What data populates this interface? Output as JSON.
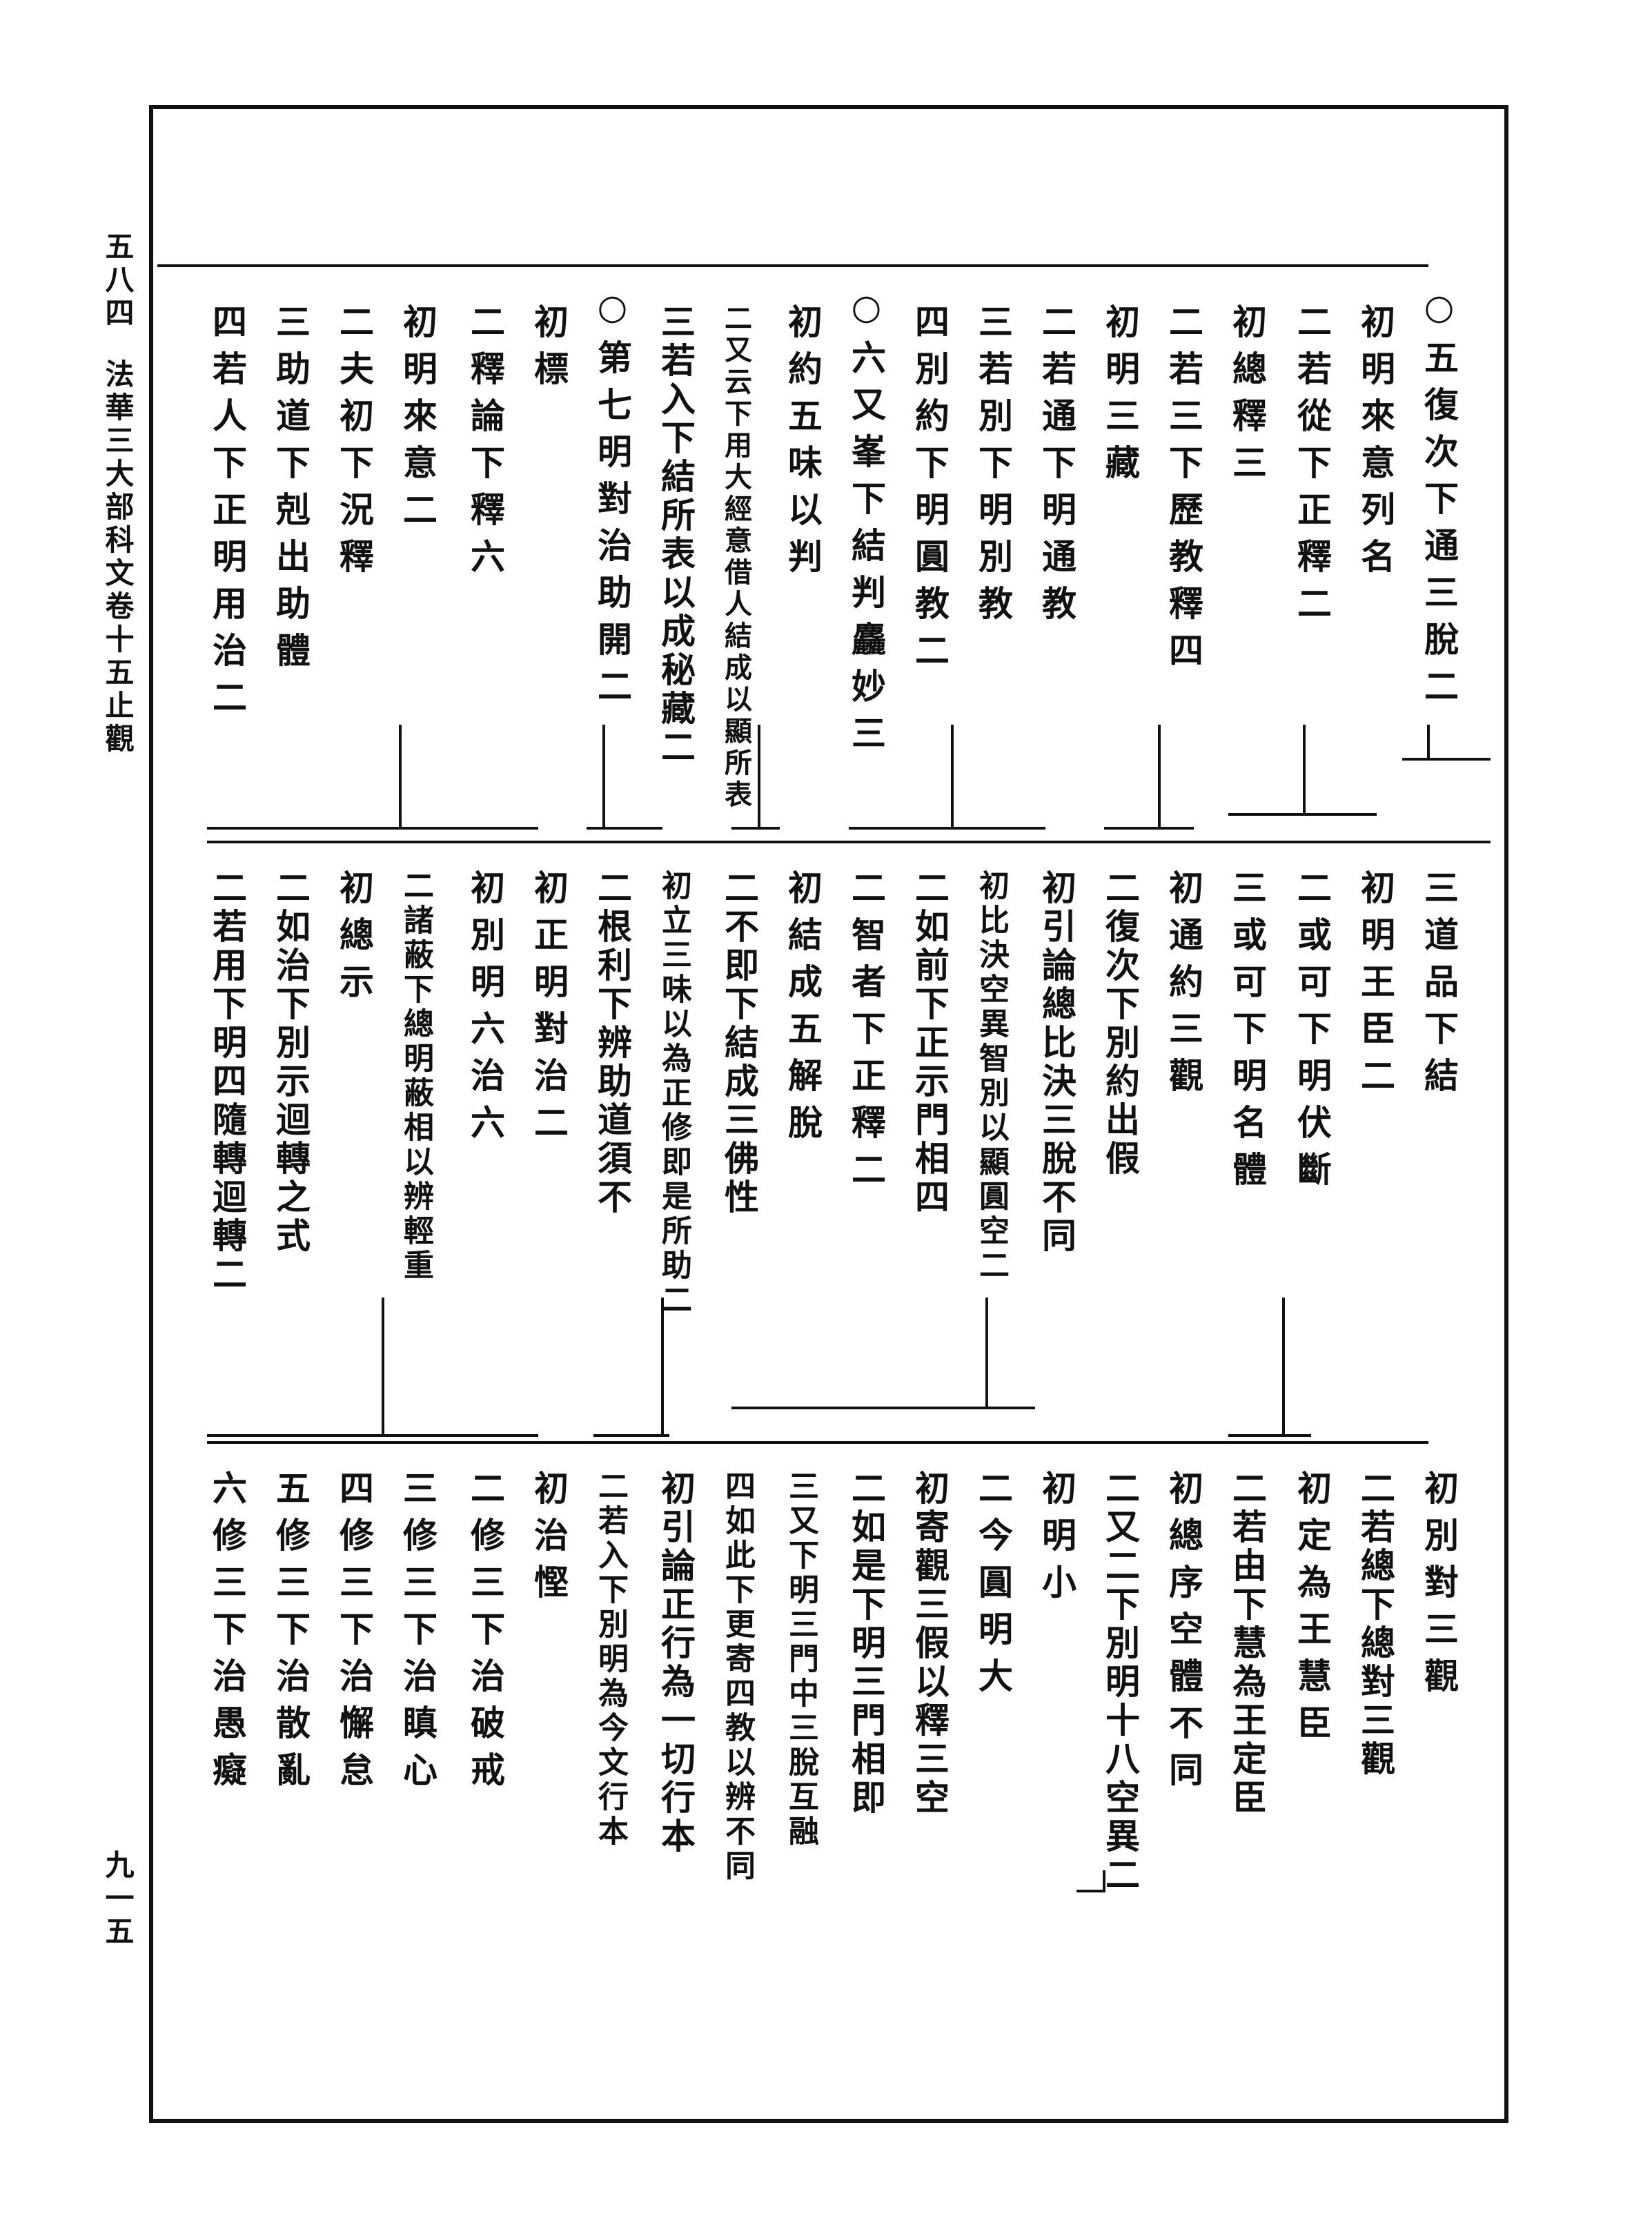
{
  "page": {
    "volume_number": "五八四",
    "volume_title": "法華三大部科文卷十五止觀",
    "page_number": "九一五"
  },
  "tiers": [
    [
      {
        "id": "t1_c1",
        "text": "○五復次下通三脫二"
      },
      {
        "id": "t1_c2",
        "text": "初明來意列名"
      },
      {
        "id": "t1_c3",
        "text": "二若從下正釋二"
      },
      {
        "id": "t1_c4",
        "text": "初總釋三"
      },
      {
        "id": "t1_c5",
        "text": "二若三下歷教釋四"
      },
      {
        "id": "t1_c6",
        "text": "初明三藏"
      },
      {
        "id": "t1_c7",
        "text": "二若通下明通教"
      },
      {
        "id": "t1_c8",
        "text": "三若別下明別教"
      },
      {
        "id": "t1_c9",
        "text": "四別約下明圓教二"
      },
      {
        "id": "t1_c10",
        "text": "○六又峯下結判麤妙三"
      },
      {
        "id": "t1_c11",
        "text": "初約五味以判"
      },
      {
        "id": "t1_c12",
        "text": "二又云下用大經意借人結成以顯所表"
      },
      {
        "id": "t1_c13",
        "text": "三若入下結所表以成秘藏二"
      },
      {
        "id": "t1_c14",
        "text": "○第七明對治助開二"
      },
      {
        "id": "t1_c15",
        "text": "初標"
      },
      {
        "id": "t1_c16",
        "text": "二釋論下釋六"
      },
      {
        "id": "t1_c17",
        "text": "初明來意二"
      },
      {
        "id": "t1_c18",
        "text": "二夫初下況釋"
      },
      {
        "id": "t1_c19",
        "text": "三助道下剋出助體"
      },
      {
        "id": "t1_c20",
        "text": "四若人下正明用治二"
      }
    ],
    [
      {
        "id": "t2_c1",
        "text": "三道品下結"
      },
      {
        "id": "t2_c2",
        "text": "初明王臣二"
      },
      {
        "id": "t2_c3",
        "text": "二或可下明伏斷"
      },
      {
        "id": "t2_c4",
        "text": "三或可下明名體"
      },
      {
        "id": "t2_c5",
        "text": "初通約三觀"
      },
      {
        "id": "t2_c6",
        "text": "二復次下別約出假"
      },
      {
        "id": "t2_c7",
        "text": "初引論總比決三脫不同"
      },
      {
        "id": "t2_c8",
        "text": "初比決空異智別以顯圓空二"
      },
      {
        "id": "t2_c9",
        "text": "二如前下正示門相四"
      },
      {
        "id": "t2_c10",
        "text": "二智者下正釋二"
      },
      {
        "id": "t2_c11",
        "text": "初結成五解脫"
      },
      {
        "id": "t2_c12",
        "text": "二不即下結成三佛性"
      },
      {
        "id": "t2_c13",
        "text": "初立三味以為正修即是所助二"
      },
      {
        "id": "t2_c14",
        "text": "二根利下辨助道須不"
      },
      {
        "id": "t2_c15",
        "text": "初正明對治二"
      },
      {
        "id": "t2_c16",
        "text": "初別明六治六"
      },
      {
        "id": "t2_c17",
        "text": "二諸蔽下總明蔽相以辨輕重"
      },
      {
        "id": "t2_c18",
        "text": "初總示"
      },
      {
        "id": "t2_c19",
        "text": "二如治下別示迴轉之式"
      },
      {
        "id": "t2_c20",
        "text": "二若用下明四隨轉迴轉二"
      }
    ],
    [
      {
        "id": "t3_c1",
        "text": "初別對三觀"
      },
      {
        "id": "t3_c2",
        "text": "二若總下總對三觀"
      },
      {
        "id": "t3_c3",
        "text": "初定為王慧臣"
      },
      {
        "id": "t3_c4",
        "text": "二若由下慧為王定臣"
      },
      {
        "id": "t3_c5",
        "text": "初總序空體不同"
      },
      {
        "id": "t3_c6",
        "text": "二又二下別明十八空異二"
      },
      {
        "id": "t3_c7",
        "text": "初明小"
      },
      {
        "id": "t3_c8",
        "text": "二今圓明大"
      },
      {
        "id": "t3_c9",
        "text": "初寄觀三假以釋三空"
      },
      {
        "id": "t3_c10",
        "text": "二如是下明三門相即"
      },
      {
        "id": "t3_c11",
        "text": "三又下明三門中三脫互融"
      },
      {
        "id": "t3_c12",
        "text": "四如此下更寄四教以辨不同"
      },
      {
        "id": "t3_c13",
        "text": "初引論正行為一切行本"
      },
      {
        "id": "t3_c14",
        "text": "二若入下別明為今文行本"
      },
      {
        "id": "t3_c15",
        "text": "初治慳"
      },
      {
        "id": "t3_c16",
        "text": "二修三下治破戒"
      },
      {
        "id": "t3_c17",
        "text": "三修三下治瞋心"
      },
      {
        "id": "t3_c18",
        "text": "四修三下治懈怠"
      },
      {
        "id": "t3_c19",
        "text": "五修三下治散亂"
      },
      {
        "id": "t3_c20",
        "text": "六修三下治愚癡"
      }
    ]
  ]
}
